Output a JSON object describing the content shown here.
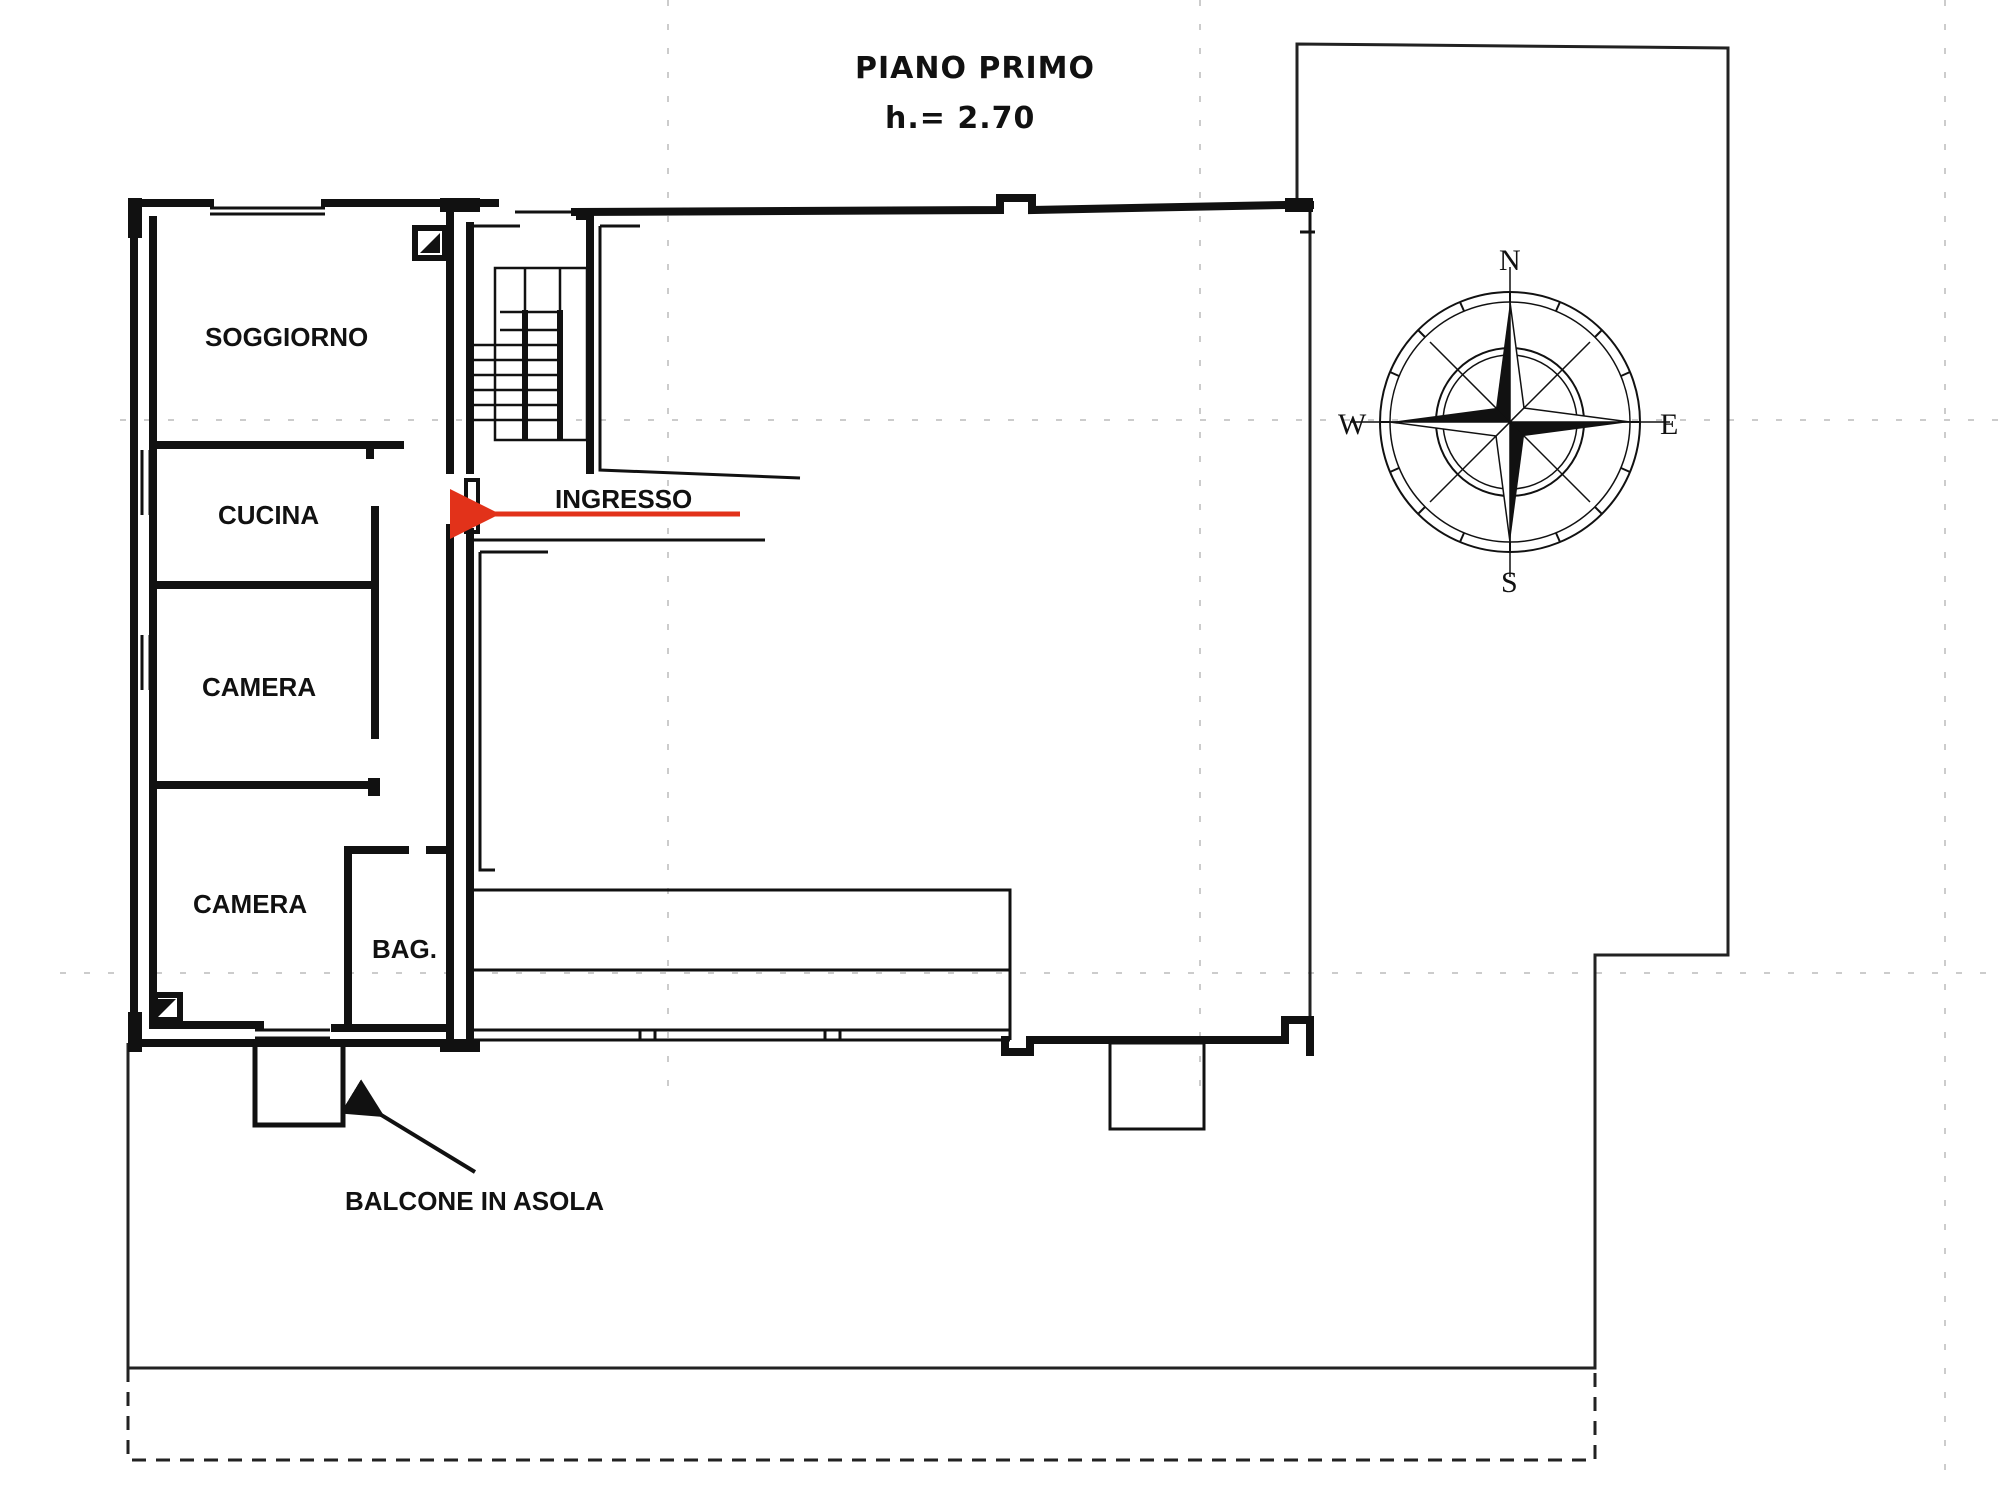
{
  "header": {
    "title": "PIANO PRIMO",
    "height": "h.= 2.70"
  },
  "rooms": {
    "soggiorno": "SOGGIORNO",
    "cucina": "CUCINA",
    "camera_1": "CAMERA",
    "camera_2": "CAMERA",
    "bagno": "BAG.",
    "ingresso": "INGRESSO"
  },
  "annotations": {
    "balcone": "BALCONE IN ASOLA"
  },
  "compass": {
    "north": "N",
    "south": "S",
    "east": "E",
    "west": "W"
  },
  "colors": {
    "wall": "#111111",
    "entrance_arrow": "#e2321a"
  },
  "icons": {
    "entrance": "red-arrow-icon",
    "balcony": "black-arrow-icon",
    "compass": "compass-rose-icon"
  }
}
